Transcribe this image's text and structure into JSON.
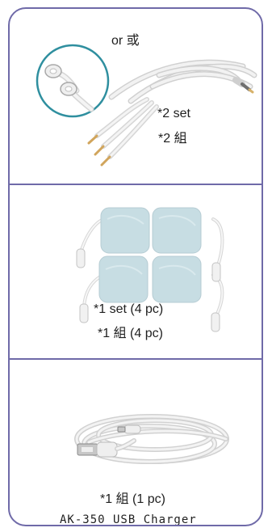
{
  "sections": [
    {
      "or_label": "or 或",
      "quantity_en": "*2 set",
      "quantity_zh": "*2 組"
    },
    {
      "quantity_en": "*1 set (4 pc)",
      "quantity_zh": "*1 組 (4 pc)"
    },
    {
      "quantity_zh": "*1 組 (1 pc)",
      "product_name": "AK-350 USB Charger"
    }
  ],
  "colors": {
    "border": "#6f6aa8",
    "circle_border": "#2f8f9f",
    "cable": "#e7e7e7",
    "pad": "#c7dde3",
    "text": "#1f1f1f"
  },
  "icons": {
    "lead_wire_image": "lead-wire-icon",
    "snap_connector_image": "snap-connector-icon",
    "electrode_pads_image": "electrode-pads-icon",
    "usb_cable_image": "usb-cable-icon"
  }
}
